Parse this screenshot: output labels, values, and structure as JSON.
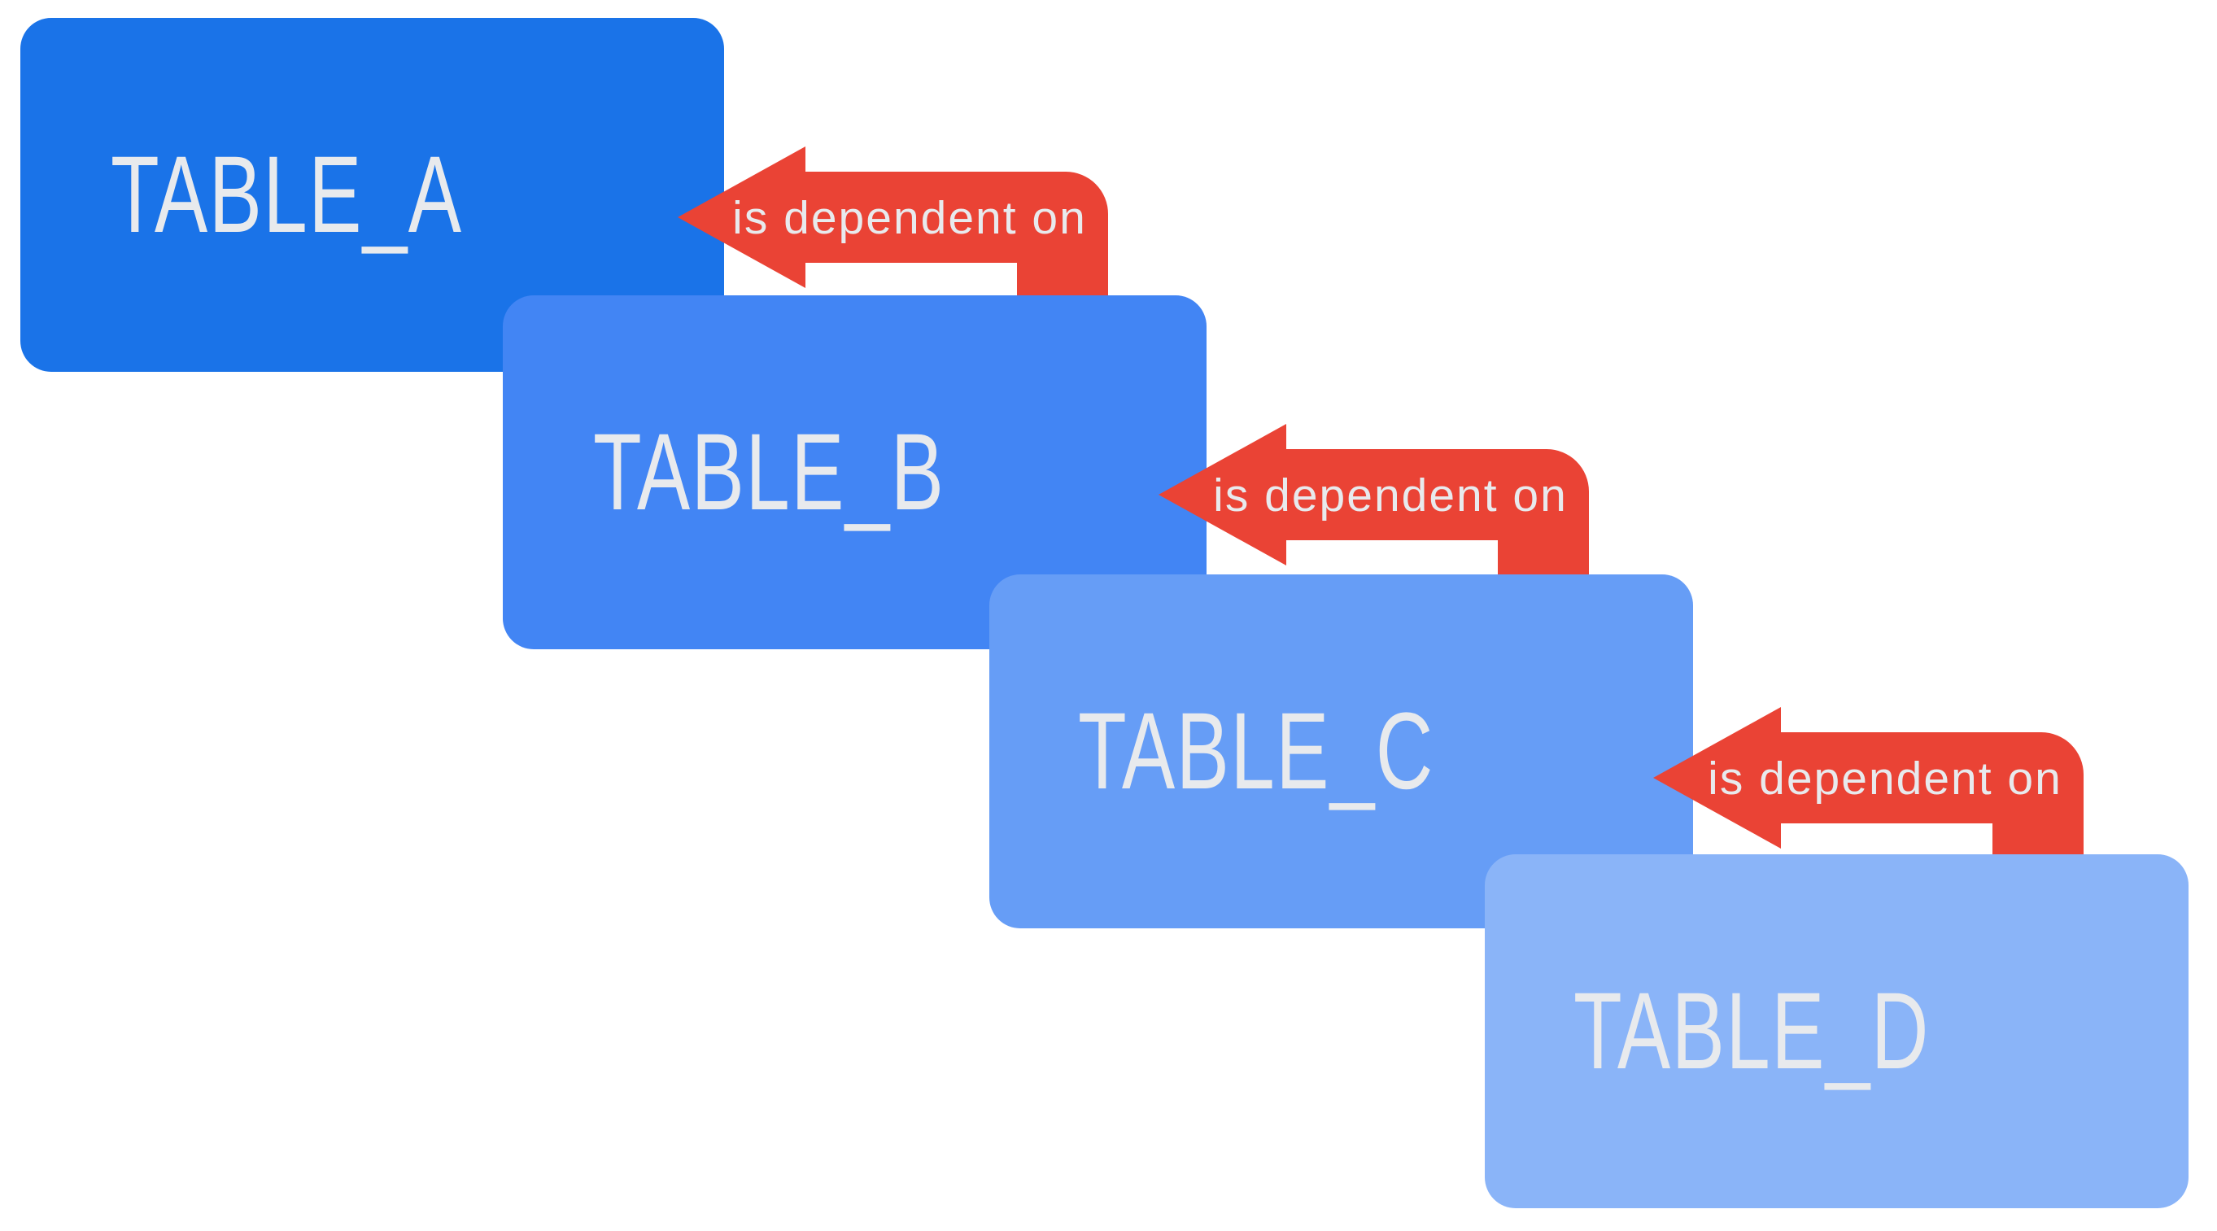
{
  "diagram": {
    "nodes": [
      {
        "id": "table_a",
        "label": "TABLE_A",
        "color": "#1a73e8"
      },
      {
        "id": "table_b",
        "label": "TABLE_B",
        "color": "#4285f4"
      },
      {
        "id": "table_c",
        "label": "TABLE_C",
        "color": "#669df6"
      },
      {
        "id": "table_d",
        "label": "TABLE_D",
        "color": "#8ab4f8"
      }
    ],
    "edges": [
      {
        "from": "TABLE_B",
        "to": "TABLE_A",
        "label": "is dependent on"
      },
      {
        "from": "TABLE_C",
        "to": "TABLE_B",
        "label": "is dependent on"
      },
      {
        "from": "TABLE_D",
        "to": "TABLE_C",
        "label": "is dependent on"
      }
    ],
    "colors": {
      "arrow": "#ea4335",
      "node_text": "#e8eaed",
      "edge_text": "#e8eaed",
      "background": "#ffffff"
    }
  }
}
